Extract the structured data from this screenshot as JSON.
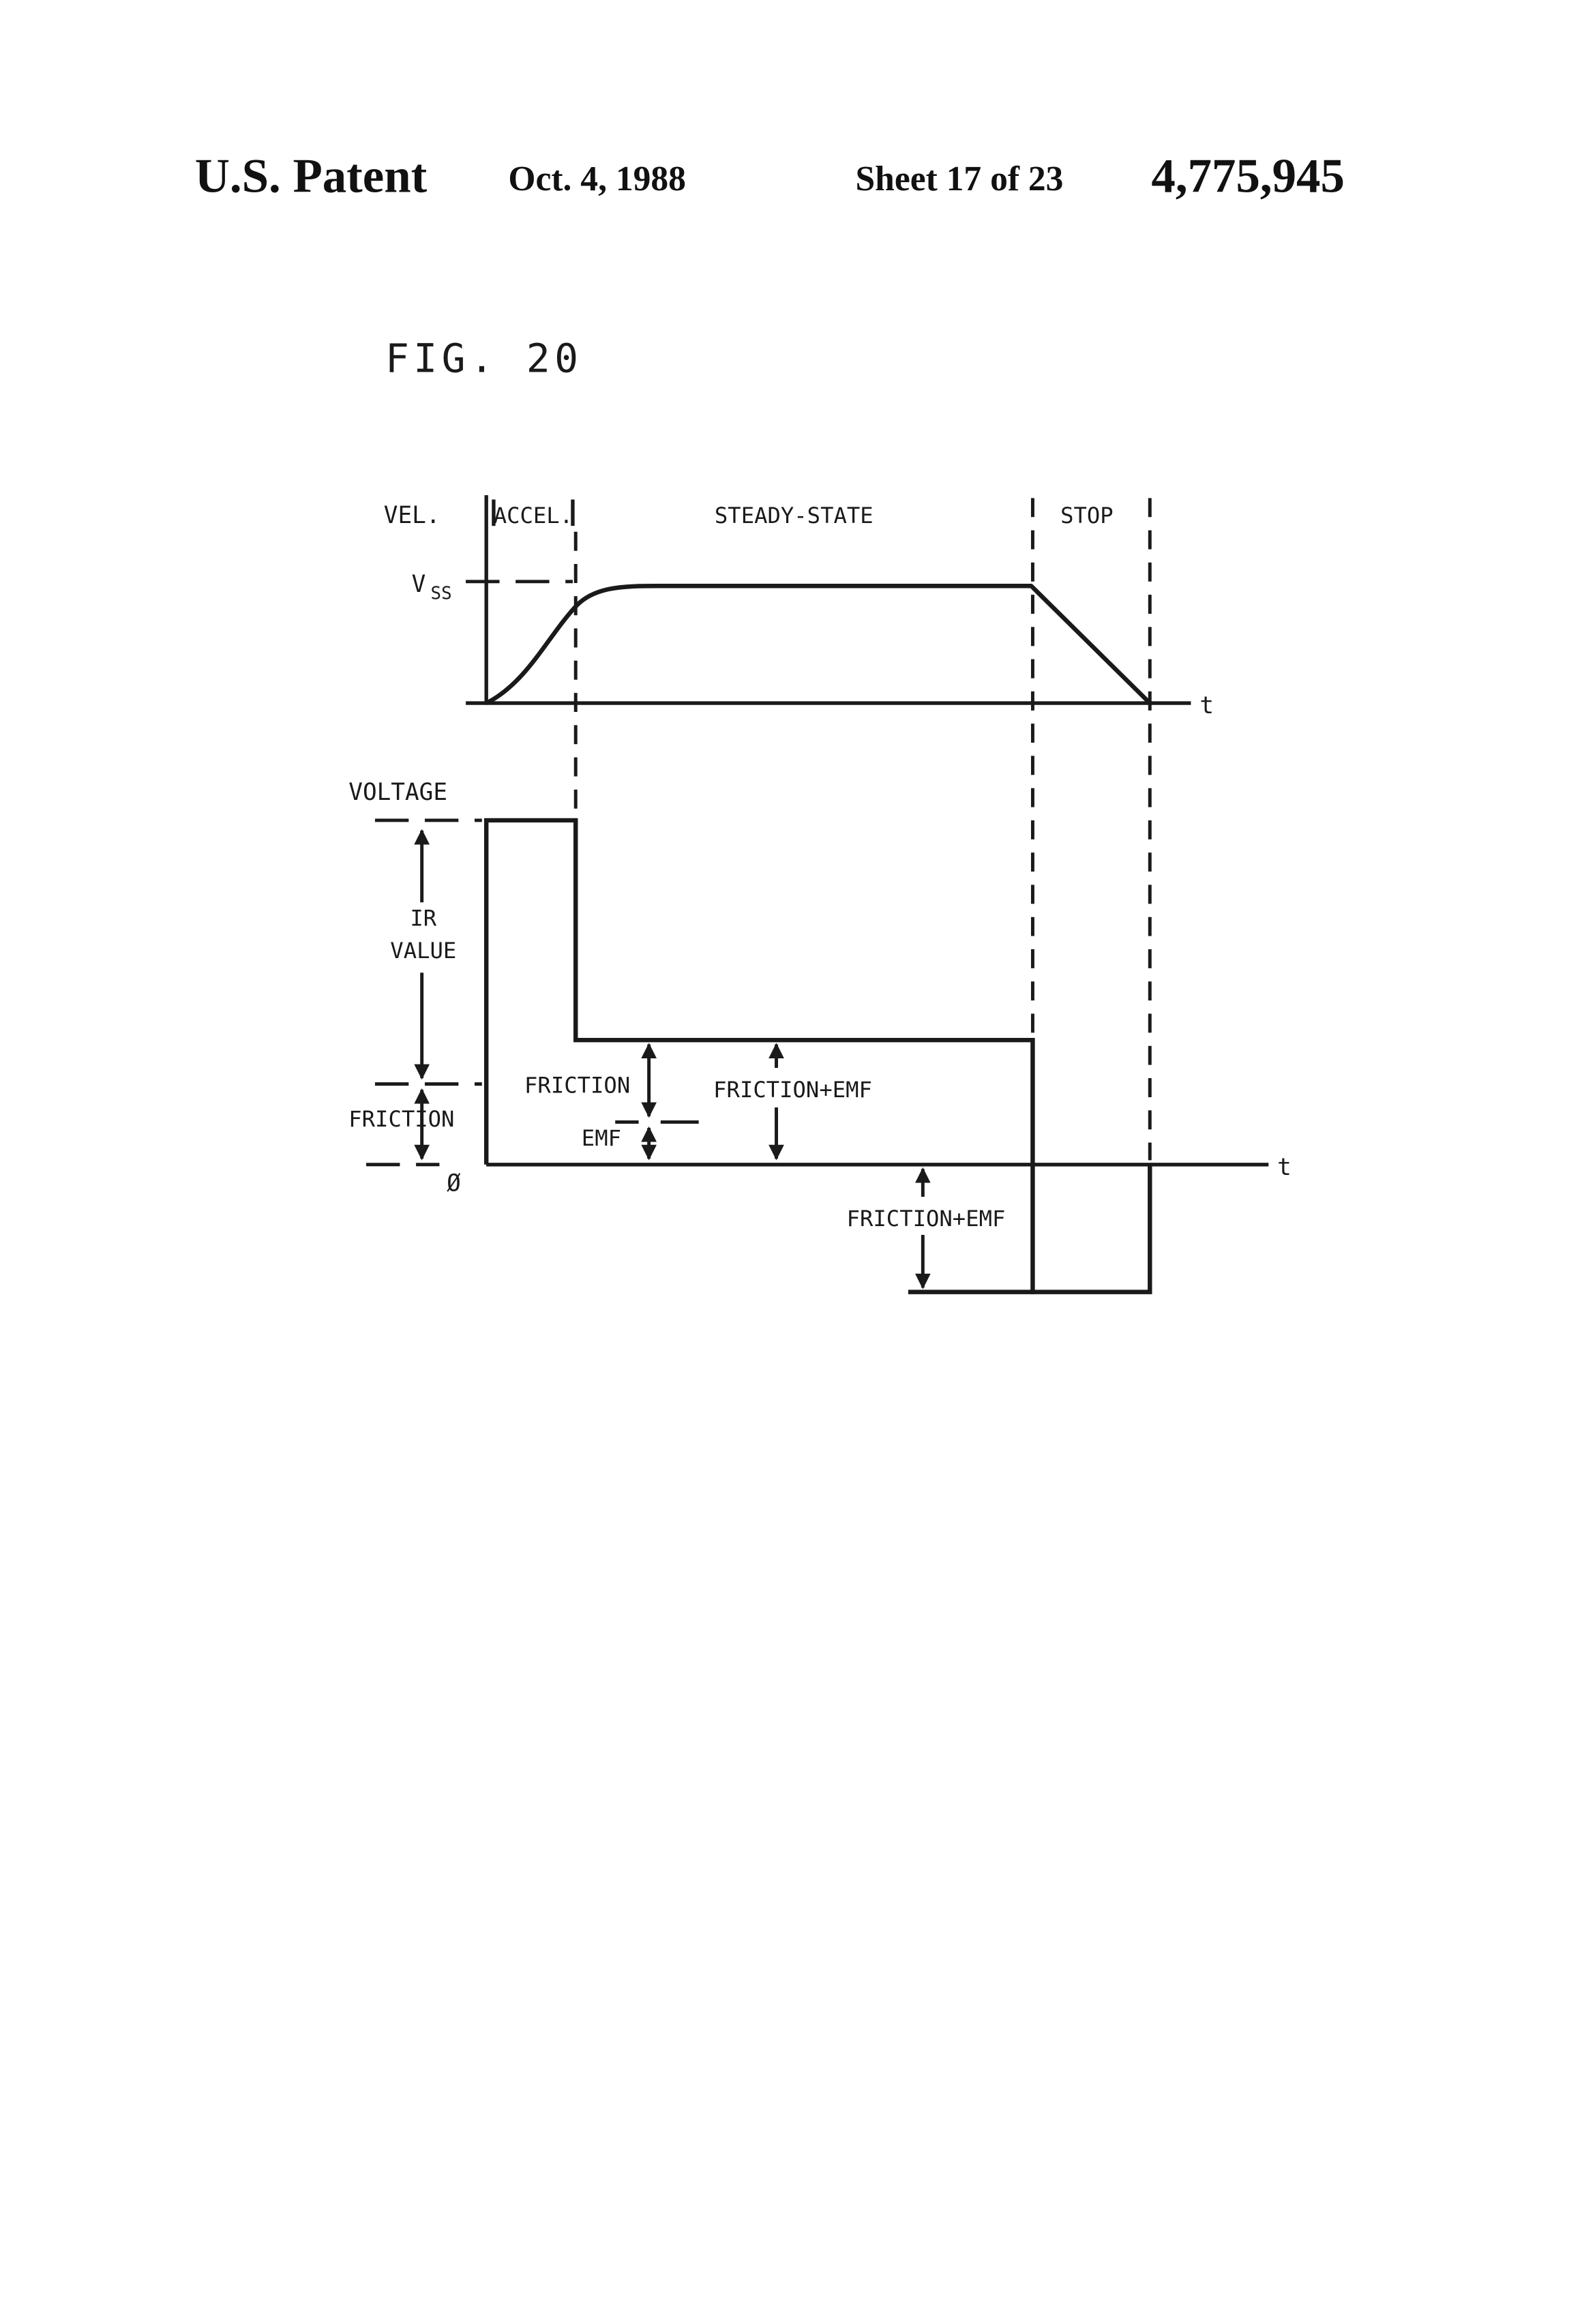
{
  "page": {
    "paper_color": "#ffffff",
    "ink_color": "#1a1a1a"
  },
  "header": {
    "patent_label": "U.S. Patent",
    "date": "Oct. 4, 1988",
    "sheet_info": "Sheet 17 of 23",
    "patent_number": "4,775,945"
  },
  "figure": {
    "title": "FIG. 20",
    "velocity_chart": {
      "axis_label": "VEL.",
      "phase_accel": "ACCEL.",
      "phase_steady": "STEADY-STATE",
      "phase_stop": "STOP",
      "vss_main": "V",
      "vss_sub": "SS",
      "time_label": "t"
    },
    "voltage_chart": {
      "axis_label": "VOLTAGE",
      "ir_line1": "IR",
      "ir_line2": "VALUE",
      "friction_left": "FRICTION",
      "friction_mid": "FRICTION",
      "emf_label": "EMF",
      "friction_plus_emf": "FRICTION+EMF",
      "friction_plus_emf_neg": "FRICTION+EMF",
      "zero_label": "Ø",
      "time_label": "t"
    }
  }
}
